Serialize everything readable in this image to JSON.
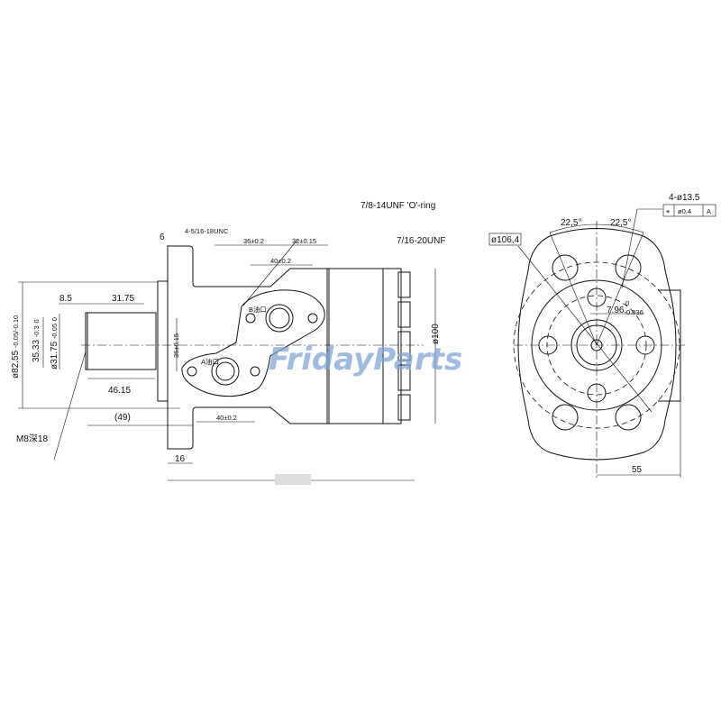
{
  "side_view": {
    "dims": {
      "flange_thickness": "6",
      "bolt_thread": "4-5/16-18UNC",
      "port_spacing_b": "36±0.2",
      "port_offset": "32±0.15",
      "port_span_top": "40±0.2",
      "oring_port": "7/8-14UNF 'O'-ring",
      "drain_port": "7/16-20UNF",
      "key_offset": "8.5",
      "shaft_key_length": "31.75",
      "pilot_dia": "ø82.55",
      "pilot_tol": "-0.05/-0.10",
      "key_height": "35.33",
      "key_height_tol_upper": "0",
      "key_height_tol_lower": "-0.3",
      "shaft_dia": "ø31.75",
      "shaft_dia_tol_upper": "0",
      "shaft_dia_tol_lower": "-0.05",
      "vertical_port_spacing": "36±0.15",
      "shaft_length": "46.15",
      "shaft_total": "(49)",
      "port_span_bottom": "40±0.2",
      "center_thread": "M8深18",
      "flange_width": "16",
      "body_dia": "ø100"
    },
    "port_labels": {
      "a": "A油口",
      "b": "B油口"
    }
  },
  "front_view": {
    "dims": {
      "mount_holes": "4-ø13.5",
      "position_tol": "ø0.4",
      "datum": "A",
      "angle_left": "22,5°",
      "angle_right": "22,5°",
      "bolt_circle": "ø106,4",
      "key_width": "7.96",
      "key_width_tol_upper": "0",
      "key_width_tol_lower": "-0.036",
      "offset": "55"
    }
  },
  "watermark": {
    "brand": "FridayParts",
    "accent": "#f0a030",
    "color": "#7fa6d6"
  }
}
